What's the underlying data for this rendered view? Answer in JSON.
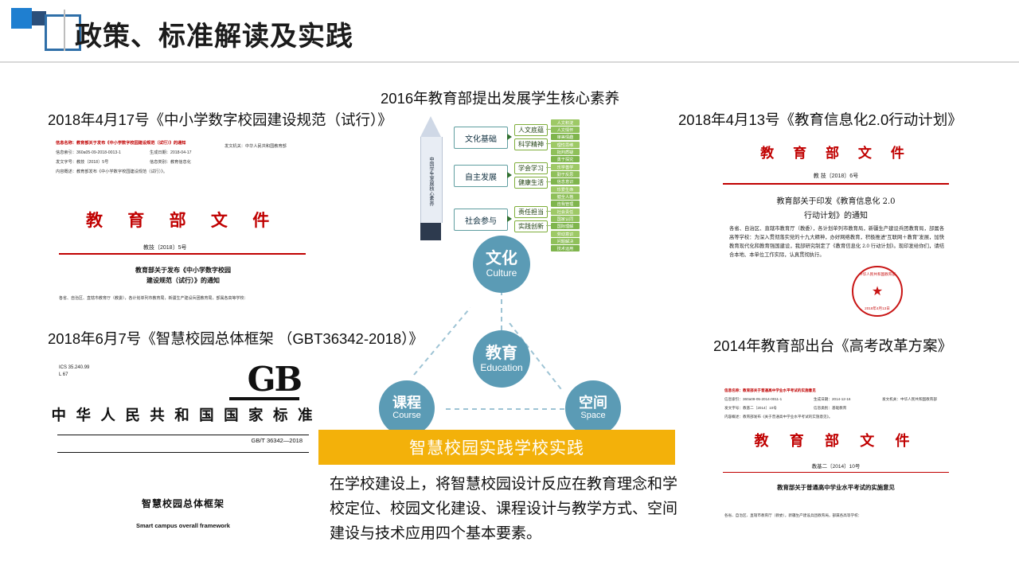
{
  "header": {
    "title": "政策、标准解读及实践",
    "logo_icon": "squares-logo-icon"
  },
  "captions": {
    "doc1": "2018年4月17号《中小学数字校园建设规范（试行）》",
    "doc2": "2018年6月7号《智慧校园总体框架 （GBT36342-2018）》",
    "doc3": "2018年4月13号《教育信息化2.0行动计划》",
    "doc4": "2014年教育部出台《高考改革方案》",
    "center": "2016年教育部提出发展学生核心素养"
  },
  "doc1": {
    "meta": [
      {
        "label": "信息名称：",
        "value": "教育部关于发布《中小学数字校园建设规范（试行）》的通知",
        "red": true
      },
      {
        "label": "信息索引：",
        "value": "360a05-09-2018-0013-1"
      },
      {
        "label": "生成日期：",
        "value": "2018-04-17"
      },
      {
        "label": "发文机关：",
        "value": "中华人民共和国教育部"
      },
      {
        "label": "发文字号：",
        "value": "教技〔2018〕5号"
      },
      {
        "label": "信息类别：",
        "value": "教育信息化"
      },
      {
        "label": "内容概述：",
        "value": "教育部发布《中小学数字校园建设规范（试行）》。"
      }
    ],
    "big_red": "教 育 部 文 件",
    "doc_number": "教技〔2018〕5号",
    "title_line1": "教育部关于发布《中小学数字校园",
    "title_line2": "建设规范（试行）》的通知",
    "footer": "各省、自治区、直辖市教育厅（教委），各计划单列市教育局，新疆生产建设兵团教育局，部属各高等学校："
  },
  "doc2": {
    "ics_line1": "ICS 35.240.99",
    "ics_line2": "L 67",
    "gb_mark": "GB",
    "standard_title": "中 华 人 民 共 和 国 国 家 标 准",
    "standard_code": "GB/T 36342—2018",
    "subtitle_cn": "智慧校园总体框架",
    "subtitle_en": "Smart campus overall framework"
  },
  "doc3": {
    "big_red": "教 育 部 文 件",
    "doc_number": "教 技〔2018〕6号",
    "title_line1": "教育部关于印发《教育信息化 2.0",
    "title_line2": "行动计划》的通知",
    "body": "各省、自治区、直辖市教育厅（教委），各计划单列市教育局，新疆生产建设兵团教育局，部属各高等学校：为深入贯彻落实党的十九大精神，办好网络教育，积极推进“互联网＋教育”发展，加快教育现代化和教育强国建设，我部研究制定了《教育信息化 2.0 行动计划》。现印发给你们，请结合本地、本单位工作实际，认真贯彻执行。",
    "stamp_text": "中华人民共和国教育部",
    "stamp_date": "2018年4月13日",
    "stamp_icon": "official-seal-icon"
  },
  "doc4": {
    "meta": [
      {
        "label": "信息名称：",
        "value": "教育部关于普通高中学业水平考试的实施意见",
        "red": true
      },
      {
        "label": "信息索引：",
        "value": "360a09-05-2014-0011-1"
      },
      {
        "label": "生成日期：",
        "value": "2014-12-16"
      },
      {
        "label": "发文机关：",
        "value": "中华人民共和国教育部"
      },
      {
        "label": "发文字号：",
        "value": "教基二〔2014〕10号"
      },
      {
        "label": "信息类别：",
        "value": "基础教育"
      },
      {
        "label": "内容概述：",
        "value": "教育部发布《关于普通高中学业水平考试的实施意见》。"
      }
    ],
    "big_red": "教 育 部 文 件",
    "doc_number": "教基二〔2014〕10号",
    "title": "教育部关于普通高中学业水平考试的实施意见",
    "footer": "各省、自治区、直辖市教育厅（教委），新疆生产建设兵团教育局，部属各高等学校："
  },
  "core_literacy": {
    "pencil_label": "中国学生发展核心素养",
    "tiers": [
      {
        "name": "文化基础",
        "items": [
          {
            "label": "人文底蕴",
            "leaves": [
              "人文积淀",
              "人文情怀",
              "审美情趣"
            ]
          },
          {
            "label": "科学精神",
            "leaves": [
              "理性思维",
              "批判质疑",
              "勇于探究"
            ]
          }
        ]
      },
      {
        "name": "自主发展",
        "items": [
          {
            "label": "学会学习",
            "leaves": [
              "乐学善学",
              "勤于反思",
              "信息意识"
            ]
          },
          {
            "label": "健康生活",
            "leaves": [
              "珍爱生命",
              "健全人格",
              "自我管理"
            ]
          }
        ]
      },
      {
        "name": "社会参与",
        "items": [
          {
            "label": "责任担当",
            "leaves": [
              "社会责任",
              "国家认同",
              "国际理解"
            ]
          },
          {
            "label": "实践创新",
            "leaves": [
              "劳动意识",
              "问题解决",
              "技术运用"
            ]
          }
        ]
      }
    ]
  },
  "diagram": {
    "nodes": [
      {
        "zh": "文化",
        "en": "Culture"
      },
      {
        "zh": "教育",
        "en": "Education"
      },
      {
        "zh": "课程",
        "en": "Course"
      },
      {
        "zh": "空间",
        "en": "Space"
      }
    ],
    "node_color": "#5b9bb5"
  },
  "practice": {
    "banner": "智慧校园实践学校实践",
    "banner_color": "#f3b10a",
    "paragraph": "在学校建设上，将智慧校园设计反应在教育理念和学校定位、校园文化建设、课程设计与教学方式、空间建设与技术应用四个基本要素。"
  }
}
